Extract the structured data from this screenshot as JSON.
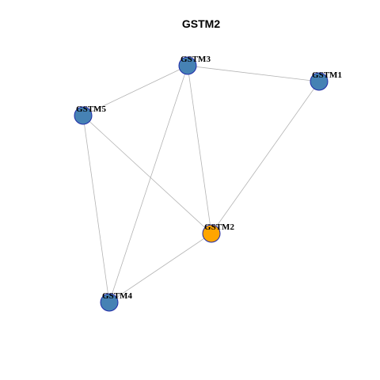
{
  "title": "GSTM2",
  "colors": {
    "center_node": "#ffa500",
    "neighbor_node": "#4682b4",
    "node_border": "#1f2aa8",
    "edge": "#b3b3b3"
  },
  "nodes": [
    {
      "id": "GSTM3",
      "label": "GSTM3",
      "role": "neighbor"
    },
    {
      "id": "GSTM1",
      "label": "GSTM1",
      "role": "neighbor"
    },
    {
      "id": "GSTM5",
      "label": "GSTM5",
      "role": "neighbor"
    },
    {
      "id": "GSTM2",
      "label": "GSTM2",
      "role": "center"
    },
    {
      "id": "GSTM4",
      "label": "GSTM4",
      "role": "neighbor"
    }
  ],
  "edges": [
    [
      "GSTM3",
      "GSTM1"
    ],
    [
      "GSTM3",
      "GSTM5"
    ],
    [
      "GSTM3",
      "GSTM2"
    ],
    [
      "GSTM3",
      "GSTM4"
    ],
    [
      "GSTM1",
      "GSTM2"
    ],
    [
      "GSTM5",
      "GSTM2"
    ],
    [
      "GSTM5",
      "GSTM4"
    ],
    [
      "GSTM2",
      "GSTM4"
    ]
  ]
}
